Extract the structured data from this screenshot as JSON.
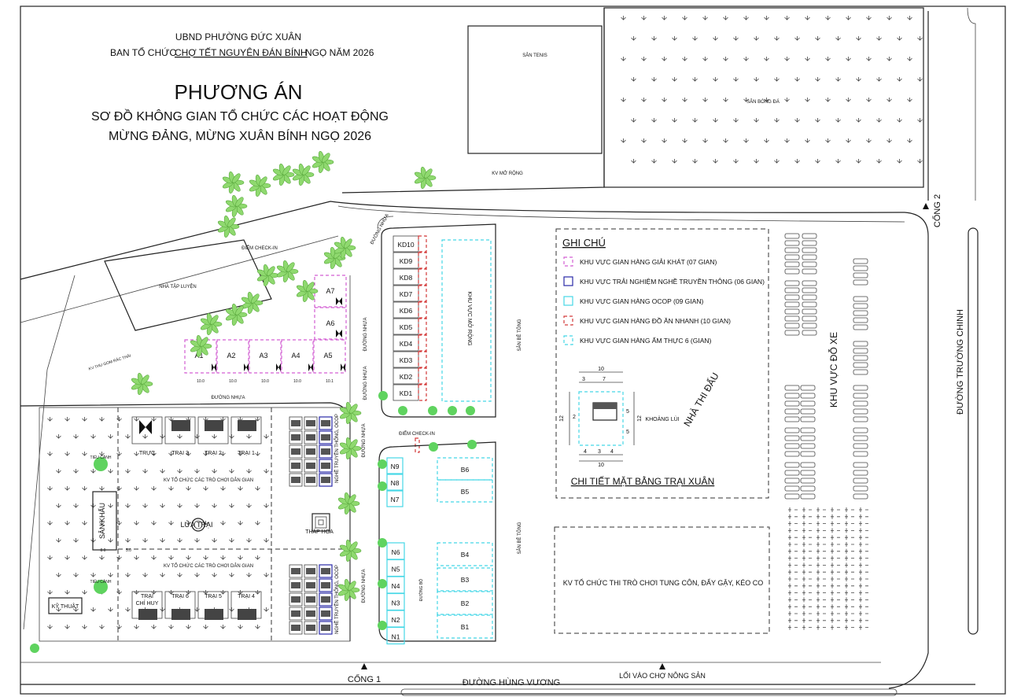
{
  "header": {
    "org": "UBND PHƯỜNG ĐỨC XUÂN",
    "committee_prefix": "BAN TỔ CHỨC",
    "committee_event": "CHỢ TẾT NGUYÊN ĐÁN BÍNH",
    "committee_suffix": "NGỌ NĂM 2026",
    "title": "PHƯƠNG ÁN",
    "subtitle_1": "SƠ ĐỒ KHÔNG GIAN TỔ CHỨC CÁC HOẠT ĐỘNG",
    "subtitle_2": "MỪNG ĐẢNG, MỪNG XUÂN BÍNH NGỌ 2026"
  },
  "areas": {
    "san_tenis": "SÂN TENIS",
    "san_bong_da": "SÂN BÓNG ĐÁ",
    "kv_mo_rong": "KV MỞ RỘNG",
    "nha_tap_luyen": "NHÀ TẬP LUYỆN",
    "diem_checkin_1": "ĐIỂM CHECK-IN",
    "diem_checkin_2": "ĐIỂM CHECK-IN",
    "khu_vuc_mo_rong": "KHU VỰC MỞ RỘNG",
    "san_be_tong_1": "SÂN BÊ TÔNG",
    "san_be_tong_2": "SÂN BÊ TÔNG",
    "nha_thi_dau": "NHÀ THI ĐẤU",
    "khu_vuc_do_xe": "KHU VỰC ĐỖ XE",
    "kv_tro_choi_1": "KV TỔ CHỨC CÁC TRÒ CHƠI DÂN GIAN",
    "kv_tro_choi_2": "KV TỔ CHỨC CÁC TRÒ CHƠI DÂN GIAN",
    "kv_thi_tro_choi": "KV TỔ CHỨC THI TRÒ CHƠI TUNG CÔN, ĐẨY GẬY, KÉO CO",
    "san_khau": "SÂN KHẤU",
    "lua_trai": "LỬA TRẠI",
    "thap_hoa": "THÁP HOA",
    "ky_thuat": "KỸ THUẬT",
    "tieu_canh_1": "TIỂU CẢNH",
    "tieu_canh_2": "TIỂU CẢNH",
    "nghe_truyen_thong_1": "NGHỀ TRUYỀN THỐNG, OCOP",
    "nghe_truyen_thong_2": "NGHỀ TRUYỀN THỐNG, OCOP",
    "ky_thu_le": "KV THU GOM RÁC THẢI",
    "khoang_lui": "KHOẢNG LÙI"
  },
  "roads": {
    "duong_nhua_1": "ĐƯỜNG NHỰA",
    "duong_nhua_2": "ĐƯỜNG NHỰA",
    "duong_nhua_3": "ĐƯỜNG NHỰA",
    "duong_nhua_4": "ĐƯỜNG NHỰA",
    "duong_nhua_5": "ĐƯỜNG NHỰA",
    "duong_nhua_6": "ĐƯỜNG NHỰA",
    "duong_bo": "ĐƯỜNG BỘ",
    "hung_vuong": "ĐƯỜNG HÙNG VƯƠNG",
    "truong_chinh": "ĐƯỜNG TRƯỜNG CHINH",
    "cong_1": "CỔNG 1",
    "cong_2": "CỔNG 2",
    "loi_vao_cho": "LỐI VÀO CHỢ NÔNG SẢN"
  },
  "stalls": {
    "kd": [
      "KD10",
      "KD9",
      "KD8",
      "KD7",
      "KD6",
      "KD5",
      "KD4",
      "KD3",
      "KD2",
      "KD1"
    ],
    "a_row": [
      "A1",
      "A2",
      "A3",
      "A4",
      "A5"
    ],
    "a_col": [
      "A7",
      "A6"
    ],
    "b": [
      "B6",
      "B5",
      "B4",
      "B3",
      "B2",
      "B1"
    ],
    "n_top": [
      "N9",
      "N8",
      "N7"
    ],
    "n_bottom": [
      "N6",
      "N5",
      "N4",
      "N3",
      "N2",
      "N1"
    ]
  },
  "camps": {
    "top": [
      "TRỰC",
      "TRẠI 3",
      "TRẠI 2",
      "TRẠI 1"
    ],
    "bottom": [
      "TRẠI CHỈ HUY",
      "TRẠI 6",
      "TRẠI 5",
      "TRẠI 4"
    ]
  },
  "legend": {
    "title": "GHI CHÚ",
    "items": [
      {
        "label": "KHU VỰC GIAN HÀNG GIẢI KHÁT (07 GIAN)",
        "color": "#d35fd3"
      },
      {
        "label": "KHU VỰC TRẢI NGHIỆM NGHỀ TRUYỀN THÔNG (06 GIAN)",
        "color": "#2a2aa8"
      },
      {
        "label": "KHU VỰC GIAN HÀNG OCOP (09 GIAN)",
        "color": "#45d7e6"
      },
      {
        "label": "KHU VỰC GIAN HÀNG ĐỒ ĂN NHANH (10 GIAN)",
        "color": "#d33a3a"
      },
      {
        "label": "KHU VỰC GIAN HÀNG ẨM THỰC 6 (GIAN)",
        "color": "#45d7e6"
      }
    ],
    "detail_title": "CHI TIẾT MẶT BẰNG TRẠI XUÂN"
  },
  "dimensions": {
    "d10": "10",
    "d7": "7",
    "d3": "3",
    "d4": "4",
    "d5": "5",
    "d12": "12",
    "d2": "2",
    "a_width": "10.0",
    "a_last": "10.1",
    "san_khau_5": "5.0",
    "san_khau_8": "8.0"
  }
}
